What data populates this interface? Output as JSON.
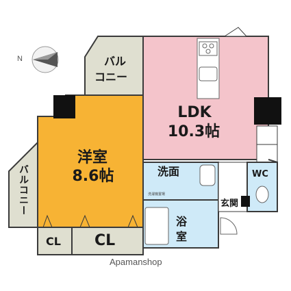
{
  "compass": {
    "north_label": "N"
  },
  "rooms": {
    "ldk": {
      "name": "LDK",
      "area": "10.3帖"
    },
    "western": {
      "name": "洋室",
      "area": "8.6帖"
    },
    "balcony_top": {
      "line1": "バル",
      "line2": "コニー"
    },
    "balcony_left": {
      "label": "バルコニー"
    },
    "washroom": {
      "label": "洗面"
    },
    "washer_note": {
      "label": "洗濯機置場"
    },
    "bath": {
      "line1": "浴",
      "line2": "室"
    },
    "wc": {
      "label": "WC"
    },
    "entrance": {
      "label": "玄関"
    },
    "closet_small": {
      "label": "CL"
    },
    "closet_large": {
      "label": "CL"
    }
  },
  "watermark": {
    "text": "Apamanshop"
  },
  "colors": {
    "ldk": "#f4c4cb",
    "western": "#f7b334",
    "balcony": "#dfdfd0",
    "closet": "#dfdfd0",
    "wet_area": "#cfeaf8",
    "wall": "#3a3a3a",
    "column": "#111111"
  }
}
